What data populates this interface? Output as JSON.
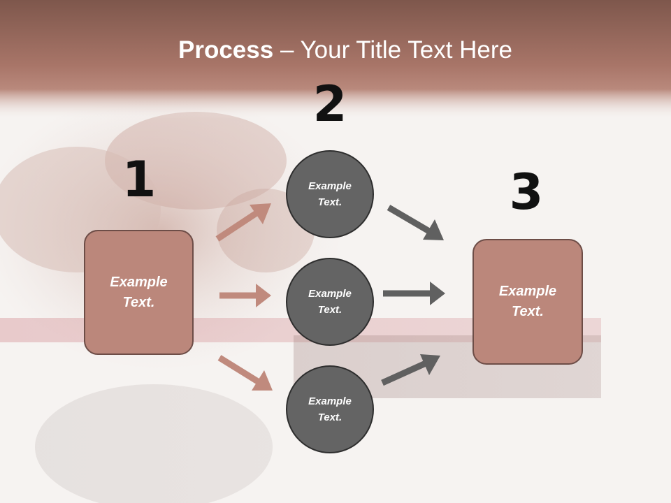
{
  "title": {
    "bold": "Process",
    "rest": " – Your Title Text Here"
  },
  "steps": [
    {
      "number": "1",
      "label_line1": "Example",
      "label_line2": "Text."
    },
    {
      "number": "2",
      "label_line1": "Example",
      "label_line2": "Text."
    },
    {
      "number": "3",
      "label_line1": "Example",
      "label_line2": "Text."
    }
  ],
  "circles": [
    {
      "line1": "Example",
      "line2": "Text."
    },
    {
      "line1": "Example",
      "line2": "Text."
    },
    {
      "line1": "Example",
      "line2": "Text."
    }
  ],
  "colors": {
    "banner": "#a87568",
    "box_fill": "#bb877b",
    "box_border": "#6d4d47",
    "circle_fill": "#646464",
    "arrow_left": "#c08a7d",
    "arrow_right": "#606060"
  }
}
